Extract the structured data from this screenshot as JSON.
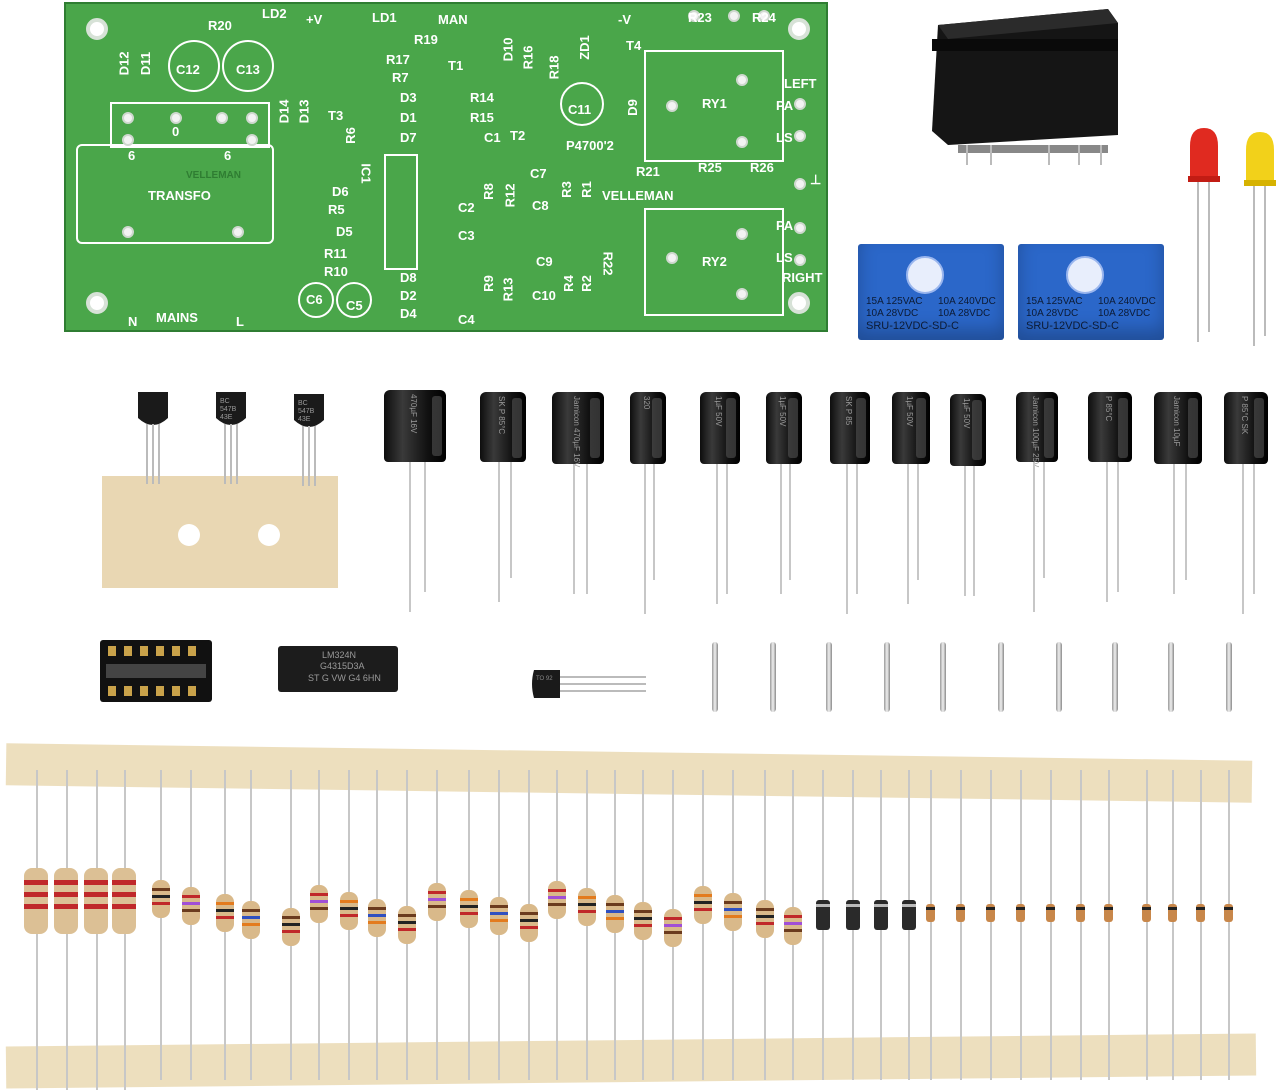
{
  "scene": {
    "description_role": "product photo of an electronics kit: PCB, transformer, relays, LEDs, capacitors, IC, resistors",
    "colors": {
      "pcb": "#4aa64a",
      "relay": "#2b67c9",
      "led_red": "#e02a20",
      "led_yellow": "#f2d11a",
      "tape": "#ecdcb8",
      "transformer": "#141414"
    }
  },
  "pcb": {
    "labels": {
      "r20": "R20",
      "ld2": "LD2",
      "plus_v": "+V",
      "ld1": "LD1",
      "man": "MAN",
      "minus_v": "-V",
      "r23": "R23",
      "r24": "R24",
      "d12": "D12",
      "d11": "D11",
      "c12": "C12",
      "c13": "C13",
      "r19": "R19",
      "r17": "R17",
      "r7": "R7",
      "d10": "D10",
      "r16": "R16",
      "r18": "R18",
      "zd1": "ZD1",
      "t4": "T4",
      "t1": "T1",
      "left": "LEFT",
      "d3": "D3",
      "d1": "D1",
      "d7": "D7",
      "r14": "R14",
      "r15": "R15",
      "c11": "C11",
      "d9": "D9",
      "ry1": "RY1",
      "pa1": "PA",
      "ls1": "LS",
      "d14": "D14",
      "d13": "D13",
      "t3": "T3",
      "r6": "R6",
      "c1": "C1",
      "t2": "T2",
      "p4700": "P4700'2",
      "zero": "0",
      "six_left": "6",
      "six_right": "6",
      "ic1": "IC1",
      "r21": "R21",
      "r25": "R25",
      "r26": "R26",
      "velleman_small": "VELLEMAN",
      "transfo": "TRANSFO",
      "d6": "D6",
      "c2": "C2",
      "r8": "R8",
      "r12": "R12",
      "c7": "C7",
      "r3": "R3",
      "r1": "R1",
      "c8": "C8",
      "velleman": "VELLEMAN",
      "ground": "⊥",
      "r5": "R5",
      "d5": "D5",
      "pa2": "PA",
      "c3": "C3",
      "r22": "R22",
      "ry2": "RY2",
      "r11": "R11",
      "c9": "C9",
      "ls2": "LS",
      "r10": "R10",
      "d8": "D8",
      "r9": "R9",
      "r13": "R13",
      "r4": "R4",
      "r2": "R2",
      "right": "RIGHT",
      "d2": "D2",
      "c6": "C6",
      "c5": "C5",
      "c10": "C10",
      "d4": "D4",
      "c4": "C4",
      "n": "N",
      "mains": "MAINS",
      "l": "L"
    }
  },
  "relays": [
    {
      "spec_left_1": "15A 125VAC",
      "spec_left_2": "10A 28VDC",
      "spec_right_1": "10A 240VDC",
      "spec_right_2": "10A 28VDC",
      "model": "SRU-12VDC-SD-C"
    },
    {
      "spec_left_1": "15A 125VAC",
      "spec_left_2": "10A 28VDC",
      "spec_right_1": "10A 240VDC",
      "spec_right_2": "10A 28VDC",
      "model": "SRU-12VDC-SD-C"
    }
  ],
  "transistors": [
    {
      "marking": ""
    },
    {
      "marking": "BC 547B 43E"
    },
    {
      "marking": "BC 547B 43E"
    }
  ],
  "capacitors": [
    {
      "marking": "470µF 16V"
    },
    {
      "marking": "SK P 85°C"
    },
    {
      "marking": "Jamicon 470µF 16V"
    },
    {
      "marking": "320"
    },
    {
      "marking": "1µF 50V"
    },
    {
      "marking": "1µF 50V"
    },
    {
      "marking": "SK P 85"
    },
    {
      "marking": "1µF 50V"
    },
    {
      "marking": "1µF 50V"
    },
    {
      "marking": "Jamicon 100µF 25V"
    },
    {
      "marking": "P 85°C"
    },
    {
      "marking": "Jamicon 10µF"
    },
    {
      "marking": "P 85°C SK"
    }
  ],
  "ic": {
    "line1": "LM324N",
    "line2": "G4315D3A",
    "line3": "ST G VW G4 6HN"
  },
  "small_transistor": {
    "marking": "TO 92"
  }
}
